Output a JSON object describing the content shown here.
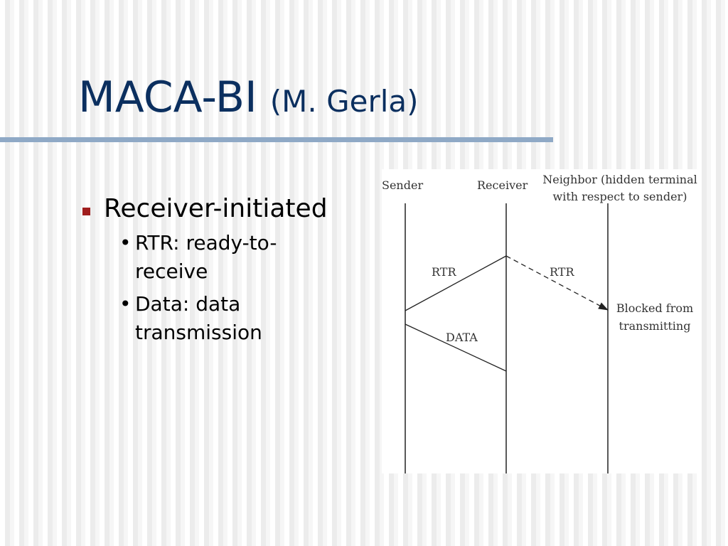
{
  "slide": {
    "title": "MACA-BI",
    "title_sub": "(M. Gerla)"
  },
  "bullets": [
    {
      "text": "Receiver-initiated",
      "sub": [
        {
          "line1": "RTR: ready-to-",
          "line2": "receive"
        },
        {
          "line1": "Data: data",
          "line2": "transmission"
        }
      ]
    }
  ],
  "diagram": {
    "sender_label": "Sender",
    "receiver_label": "Receiver",
    "neighbor_label_1": "Neighbor (hidden terminal",
    "neighbor_label_2": "with respect to sender)",
    "rtr_label_1": "RTR",
    "rtr_label_2": "RTR",
    "data_label": "DATA",
    "blocked_label_1": "Blocked from",
    "blocked_label_2": "transmitting"
  },
  "colors": {
    "title": "#0b2f5f",
    "rule": "#8fa9c6",
    "bullet_square": "#a01e1e"
  }
}
